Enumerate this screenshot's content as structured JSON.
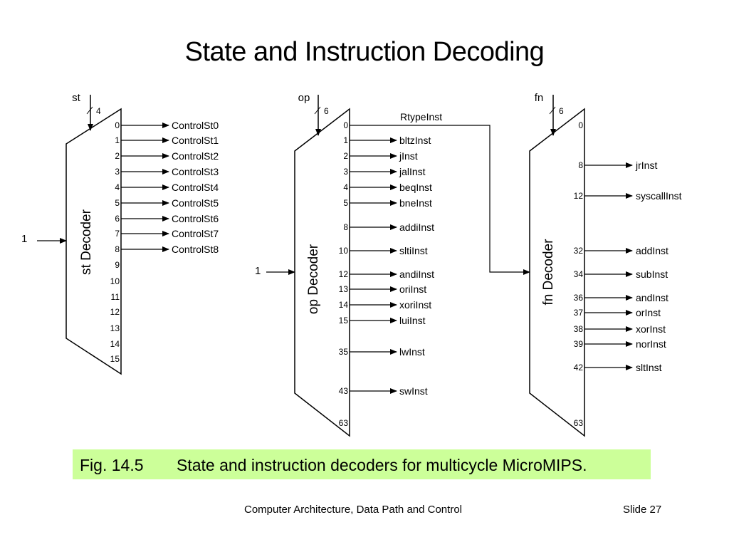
{
  "slide": {
    "title": "State and Instruction Decoding",
    "caption": {
      "figure": "Fig. 14.5",
      "text": "State and instruction decoders for multicycle MicroMIPS."
    },
    "footer": {
      "course": "Computer Architecture, Data Path and Control",
      "slide": "Slide 27"
    }
  },
  "decoders": [
    {
      "id": "st",
      "name": "st Decoder",
      "input_label": "st",
      "bus_width": "4",
      "enable_label": "1",
      "pins": [
        "0",
        "1",
        "2",
        "3",
        "4",
        "5",
        "6",
        "7",
        "8",
        "9",
        "10",
        "11",
        "12",
        "13",
        "14",
        "15"
      ],
      "outputs": [
        {
          "pin": "0",
          "signal": "ControlSt0"
        },
        {
          "pin": "1",
          "signal": "ControlSt1"
        },
        {
          "pin": "2",
          "signal": "ControlSt2"
        },
        {
          "pin": "3",
          "signal": "ControlSt3"
        },
        {
          "pin": "4",
          "signal": "ControlSt4"
        },
        {
          "pin": "5",
          "signal": "ControlSt5"
        },
        {
          "pin": "6",
          "signal": "ControlSt6"
        },
        {
          "pin": "7",
          "signal": "ControlSt7"
        },
        {
          "pin": "8",
          "signal": "ControlSt8"
        }
      ]
    },
    {
      "id": "op",
      "name": "op Decoder",
      "input_label": "op",
      "bus_width": "6",
      "enable_label": "1",
      "pins": [
        "0",
        "1",
        "2",
        "3",
        "4",
        "5",
        "8",
        "10",
        "12",
        "13",
        "14",
        "15",
        "35",
        "43",
        "63"
      ],
      "outputs": [
        {
          "pin": "0",
          "signal": "RtypeInst"
        },
        {
          "pin": "1",
          "signal": "bltzInst"
        },
        {
          "pin": "2",
          "signal": "jInst"
        },
        {
          "pin": "3",
          "signal": "jalInst"
        },
        {
          "pin": "4",
          "signal": "beqInst"
        },
        {
          "pin": "5",
          "signal": "bneInst"
        },
        {
          "pin": "8",
          "signal": "addiInst"
        },
        {
          "pin": "10",
          "signal": "sltiInst"
        },
        {
          "pin": "12",
          "signal": "andiInst"
        },
        {
          "pin": "13",
          "signal": "oriInst"
        },
        {
          "pin": "14",
          "signal": "xoriInst"
        },
        {
          "pin": "15",
          "signal": "luiInst"
        },
        {
          "pin": "35",
          "signal": "lwInst"
        },
        {
          "pin": "43",
          "signal": "swInst"
        }
      ]
    },
    {
      "id": "fn",
      "name": "fn Decoder",
      "input_label": "fn",
      "bus_width": "6",
      "enable_from": "RtypeInst",
      "pins": [
        "0",
        "8",
        "12",
        "32",
        "34",
        "36",
        "37",
        "38",
        "39",
        "42",
        "63"
      ],
      "outputs": [
        {
          "pin": "8",
          "signal": "jrInst"
        },
        {
          "pin": "12",
          "signal": "syscallInst"
        },
        {
          "pin": "32",
          "signal": "addInst"
        },
        {
          "pin": "34",
          "signal": "subInst"
        },
        {
          "pin": "36",
          "signal": "andInst"
        },
        {
          "pin": "37",
          "signal": "orInst"
        },
        {
          "pin": "38",
          "signal": "xorInst"
        },
        {
          "pin": "39",
          "signal": "norInst"
        },
        {
          "pin": "42",
          "signal": "sltInst"
        }
      ]
    }
  ]
}
